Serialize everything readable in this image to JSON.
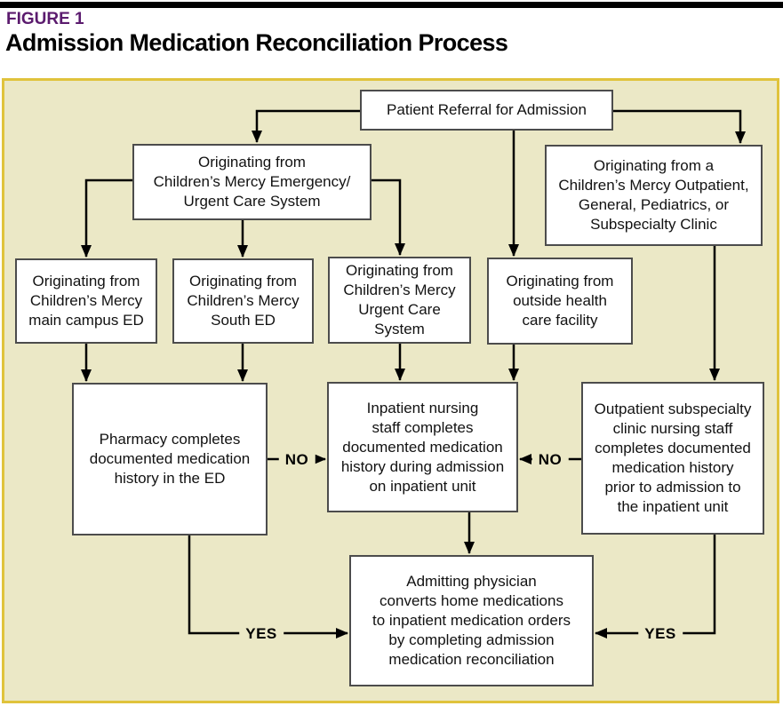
{
  "header": {
    "figure_label": "FIGURE 1",
    "title": "Admission Medication Reconciliation Process"
  },
  "colors": {
    "figure_label_color": "#5b1b6e",
    "panel_bg": "#ebe8c6",
    "panel_border": "#e0c33c",
    "node_bg": "#ffffff",
    "node_border": "#4c4c4c",
    "line_color": "#000000"
  },
  "flowchart": {
    "nodes": {
      "referral": {
        "text": "Patient Referral for Admission"
      },
      "emergency": {
        "text": "Originating from\nChildren’s Mercy Emergency/\nUrgent Care System"
      },
      "clinic": {
        "text": "Originating from a\nChildren’s Mercy Outpatient,\nGeneral, Pediatrics, or\nSubspecialty Clinic"
      },
      "main_ed": {
        "text": "Originating from\nChildren’s Mercy\nmain campus ED"
      },
      "south_ed": {
        "text": "Originating from\nChildren’s Mercy\nSouth ED"
      },
      "urgent": {
        "text": "Originating from\nChildren’s Mercy\nUrgent Care\nSystem"
      },
      "outside": {
        "text": "Originating from\noutside health\ncare facility"
      },
      "pharmacy": {
        "text": "Pharmacy completes\ndocumented medication\nhistory in the ED"
      },
      "inpatient": {
        "text": "Inpatient nursing\nstaff completes\ndocumented medication\nhistory during admission\non inpatient unit"
      },
      "outpatient_sub": {
        "text": "Outpatient subspecialty\nclinic nursing staff\ncompletes documented\nmedication history\nprior to admission to\nthe inpatient unit"
      },
      "admitting": {
        "text": "Admitting physician\nconverts home medications\nto inpatient medication orders\nby completing admission\nmedication reconciliation"
      }
    },
    "labels": {
      "no_left": "NO",
      "no_right": "NO",
      "yes_left": "YES",
      "yes_right": "YES"
    },
    "edges": [
      {
        "from": "referral",
        "to": "emergency",
        "label": ""
      },
      {
        "from": "referral",
        "to": "clinic",
        "label": ""
      },
      {
        "from": "referral",
        "to": "outside",
        "label": ""
      },
      {
        "from": "emergency",
        "to": "main_ed",
        "label": ""
      },
      {
        "from": "emergency",
        "to": "south_ed",
        "label": ""
      },
      {
        "from": "emergency",
        "to": "urgent",
        "label": ""
      },
      {
        "from": "main_ed",
        "to": "pharmacy",
        "label": ""
      },
      {
        "from": "south_ed",
        "to": "pharmacy",
        "label": ""
      },
      {
        "from": "urgent",
        "to": "inpatient",
        "label": ""
      },
      {
        "from": "outside",
        "to": "inpatient",
        "label": ""
      },
      {
        "from": "clinic",
        "to": "outpatient_sub",
        "label": ""
      },
      {
        "from": "pharmacy",
        "to": "inpatient",
        "label": "NO"
      },
      {
        "from": "outpatient_sub",
        "to": "inpatient",
        "label": "NO"
      },
      {
        "from": "inpatient",
        "to": "admitting",
        "label": ""
      },
      {
        "from": "pharmacy",
        "to": "admitting",
        "label": "YES"
      },
      {
        "from": "outpatient_sub",
        "to": "admitting",
        "label": "YES"
      }
    ]
  }
}
